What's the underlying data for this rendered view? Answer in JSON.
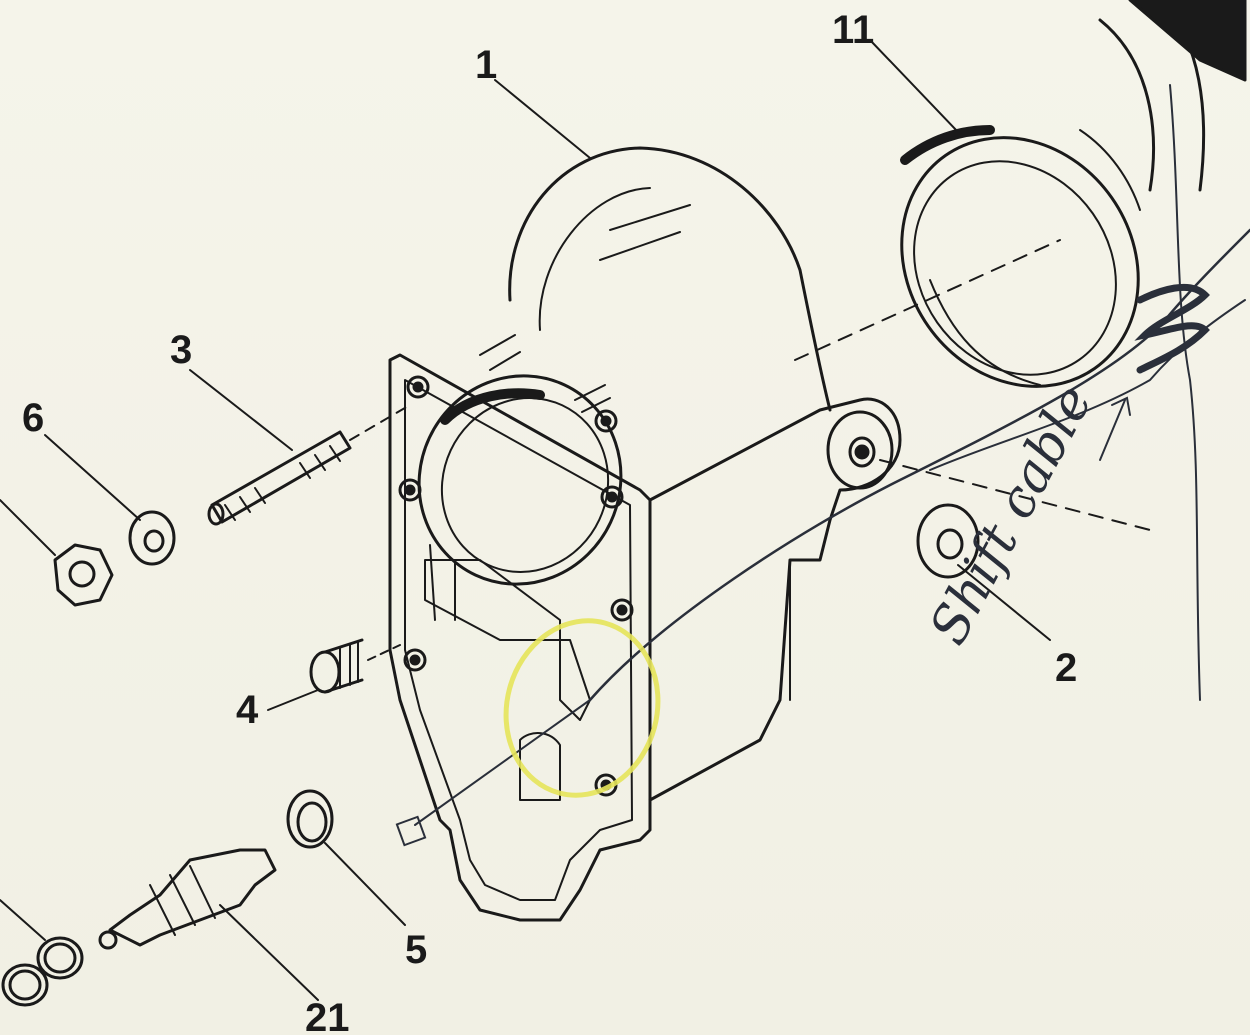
{
  "diagram": {
    "callouts": {
      "gear_housing": "1",
      "washer_right": "2",
      "stud": "3",
      "plug": "4",
      "seal_washer": "5",
      "nut_washer": "6",
      "bearing_cup": "11",
      "shift_switch": "21"
    },
    "handwritten_note": "Shift cable",
    "highlight_color": "#e6e45a",
    "ink_color": "#1a1a1a",
    "pen_color": "#2a2f3a"
  }
}
